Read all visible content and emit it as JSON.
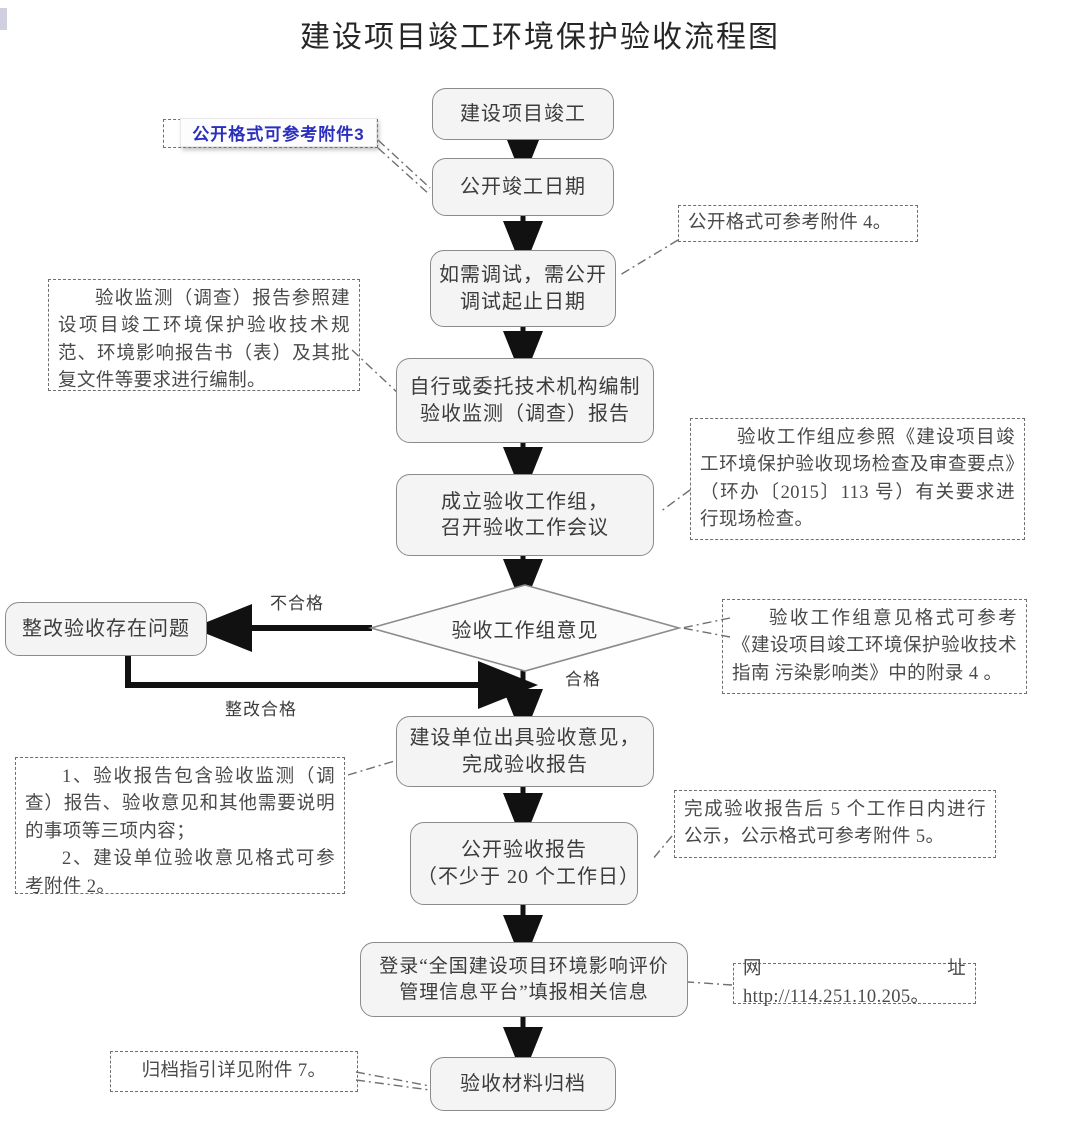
{
  "document": {
    "title": "建设项目竣工环境保护验收流程图"
  },
  "flow": {
    "nodes": [
      {
        "id": "n1",
        "label": "建设项目竣工"
      },
      {
        "id": "n2",
        "label": "公开竣工日期"
      },
      {
        "id": "n3",
        "line1": "如需调试，需公开",
        "line2": "调试起止日期"
      },
      {
        "id": "n4",
        "line1": "自行或委托技术机构编制",
        "line2": "验收监测（调查）报告"
      },
      {
        "id": "n5",
        "line1": "成立验收工作组，",
        "line2": "召开验收工作会议"
      },
      {
        "id": "n6",
        "label": "验收工作组意见",
        "shape": "decision"
      },
      {
        "id": "n7",
        "label": "整改验收存在问题"
      },
      {
        "id": "n8",
        "line1": "建设单位出具验收意见，",
        "line2": "完成验收报告"
      },
      {
        "id": "n9",
        "line1": "公开验收报告",
        "line2": "（不少于 20 个工作日）"
      },
      {
        "id": "n10",
        "line1": "登录“全国建设项目环境影响评价",
        "line2": "管理信息平台”填报相关信息"
      },
      {
        "id": "n11",
        "label": "验收材料归档"
      }
    ],
    "edge_labels": {
      "fail": "不合格",
      "pass": "合格",
      "rectified": "整改合格"
    }
  },
  "notes": {
    "note_attachment3": "公开格式可参考附件3",
    "note_attachment4": "公开格式可参考附件 4。",
    "note_monitoring_report": "验收监测（调查）报告参照建设项目竣工环境保护验收技术规范、环境影响报告书（表）及其批复文件等要求进行编制。",
    "note_workgroup": "验收工作组应参照《建设项目竣工环境保护验收现场检查及审查要点》（环办〔2015〕113 号）有关要求进行现场检查。",
    "note_opinion_format": "验收工作组意见格式可参考《建设项目竣工环境保护验收技术指南 污染影响类》中的附录 4 。",
    "note_report_contents_line1": "1、验收报告包含验收监测（调查）报告、验收意见和其他需要说明的事项等三项内容；",
    "note_report_contents_line2": "2、建设单位验收意见格式可参考附件 2。",
    "note_publicity": "完成验收报告后 5 个工作日内进行公示，公示格式可参考附件 5。",
    "note_url": "网址 http://114.251.10.205。",
    "note_archive": "归档指引详见附件 7。"
  },
  "colors": {
    "node_fill": "#f4f4f4",
    "node_border": "#8b8b8b",
    "note_border": "#6f6f6f",
    "blue_accent": "#2b2fbe",
    "arrow": "#111111",
    "text": "#3c3c3c"
  }
}
